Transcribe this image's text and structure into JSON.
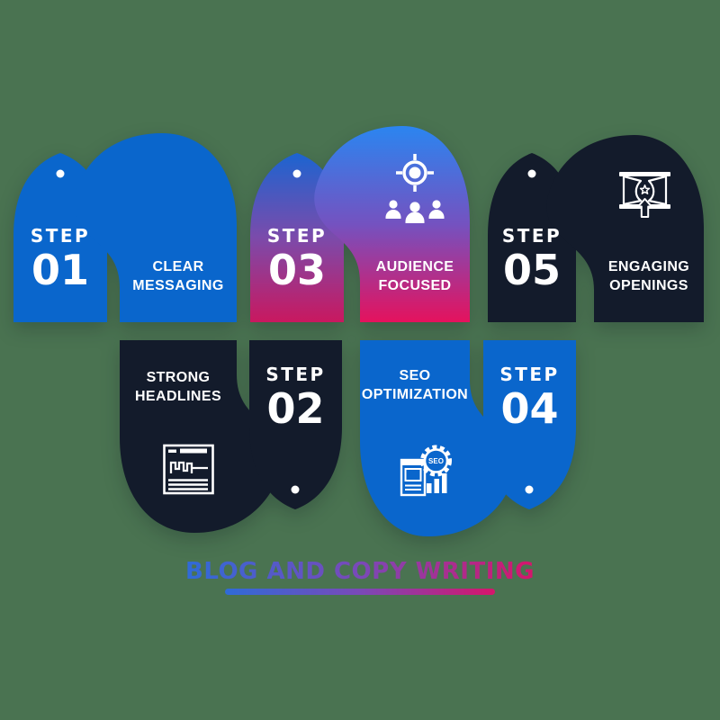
{
  "title": {
    "text": "BLOG AND COPY WRITING"
  },
  "steps": [
    {
      "step_word": "STEP",
      "number": "01",
      "label": "CLEAR MESSAGING",
      "icon": null
    },
    {
      "step_word": "STEP",
      "number": "02",
      "label": "STRONG HEADLINES",
      "icon": "headlines-browser-icon"
    },
    {
      "step_word": "STEP",
      "number": "03",
      "label": "AUDIENCE FOCUSED",
      "icon": "audience-target-icon"
    },
    {
      "step_word": "STEP",
      "number": "04",
      "label": "SEO OPTIMIZATION",
      "icon": "seo-badge-icon",
      "icon_text": "SEO"
    },
    {
      "step_word": "STEP",
      "number": "05",
      "label": "ENGAGING OPENINGS",
      "icon": "presentation-icon"
    }
  ],
  "colors": {
    "background": "#4A7351",
    "blue": "#0A66CC",
    "navy": "#131B2B",
    "text": "#FFFFFF",
    "pill_gradient_top": "#1C64D0",
    "pill_gradient_mid": "#7B4BAB",
    "pill_gradient_bottom": "#C9185F",
    "arch_gradient_top": "#2B85F0",
    "arch_gradient_mid": "#7452C0",
    "arch_gradient_bottom": "#E5125D",
    "title_gradient_start": "#2F6BD8",
    "title_gradient_mid": "#7A49B8",
    "title_gradient_end": "#D6156B"
  }
}
